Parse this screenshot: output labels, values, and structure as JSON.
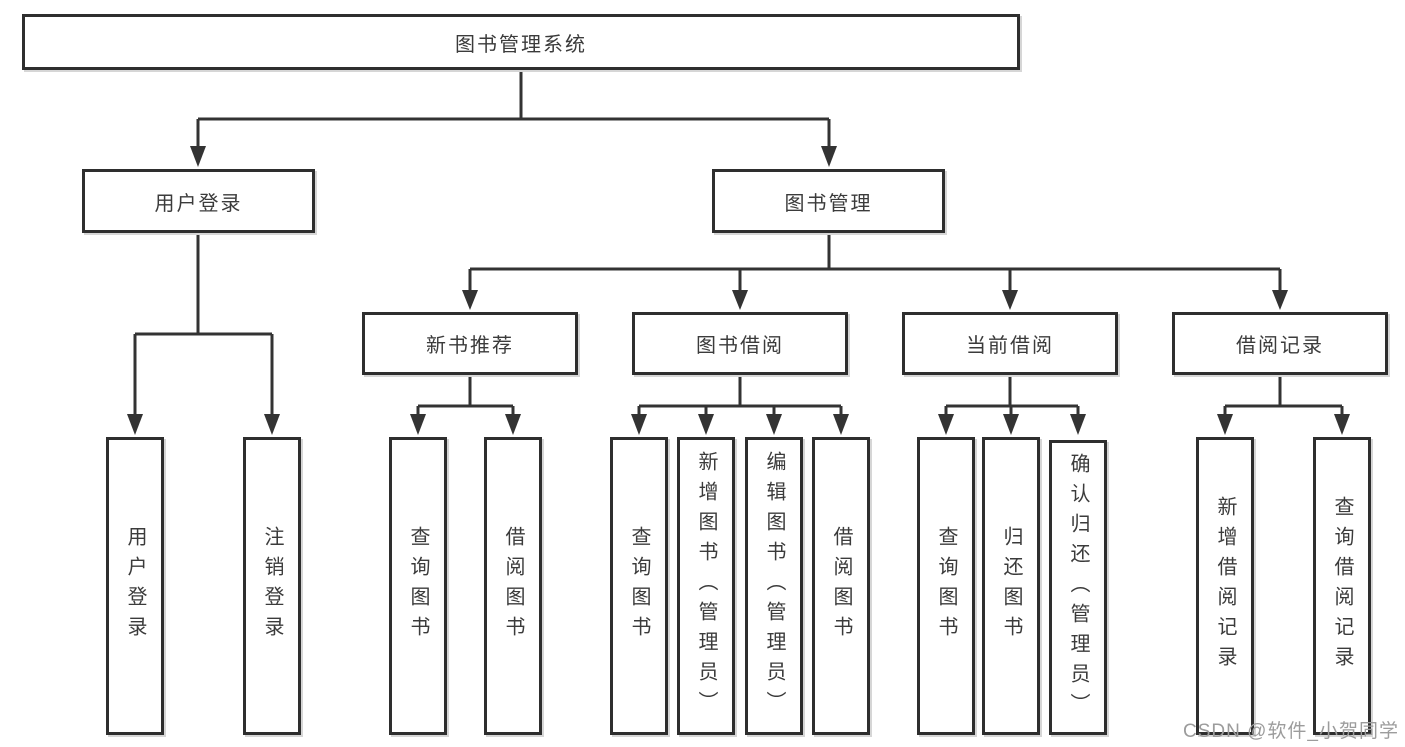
{
  "tree": {
    "root": {
      "label": "图书管理系统"
    },
    "branches": [
      {
        "label": "用户登录",
        "children": [
          {
            "label": "用户登录"
          },
          {
            "label": "注销登录"
          }
        ]
      },
      {
        "label": "图书管理",
        "sections": [
          {
            "label": "新书推荐",
            "children": [
              {
                "label": "查询图书"
              },
              {
                "label": "借阅图书"
              }
            ]
          },
          {
            "label": "图书借阅",
            "children": [
              {
                "label": "查询图书"
              },
              {
                "label": "新增图书（管理员）"
              },
              {
                "label": "编辑图书（管理员）"
              },
              {
                "label": "借阅图书"
              }
            ]
          },
          {
            "label": "当前借阅",
            "children": [
              {
                "label": "查询图书"
              },
              {
                "label": "归还图书"
              },
              {
                "label": "确认归还（管理员）"
              }
            ]
          },
          {
            "label": "借阅记录",
            "children": [
              {
                "label": "新增借阅记录"
              },
              {
                "label": "查询借阅记录"
              }
            ]
          }
        ]
      }
    ]
  },
  "watermark": {
    "text": "CSDN @软件_小贺同学"
  },
  "colors": {
    "line": "#333333",
    "box_border": "#2e2e2e",
    "text": "#3b3b3b",
    "background": "#ffffff",
    "watermark": "#9c9c9c"
  }
}
